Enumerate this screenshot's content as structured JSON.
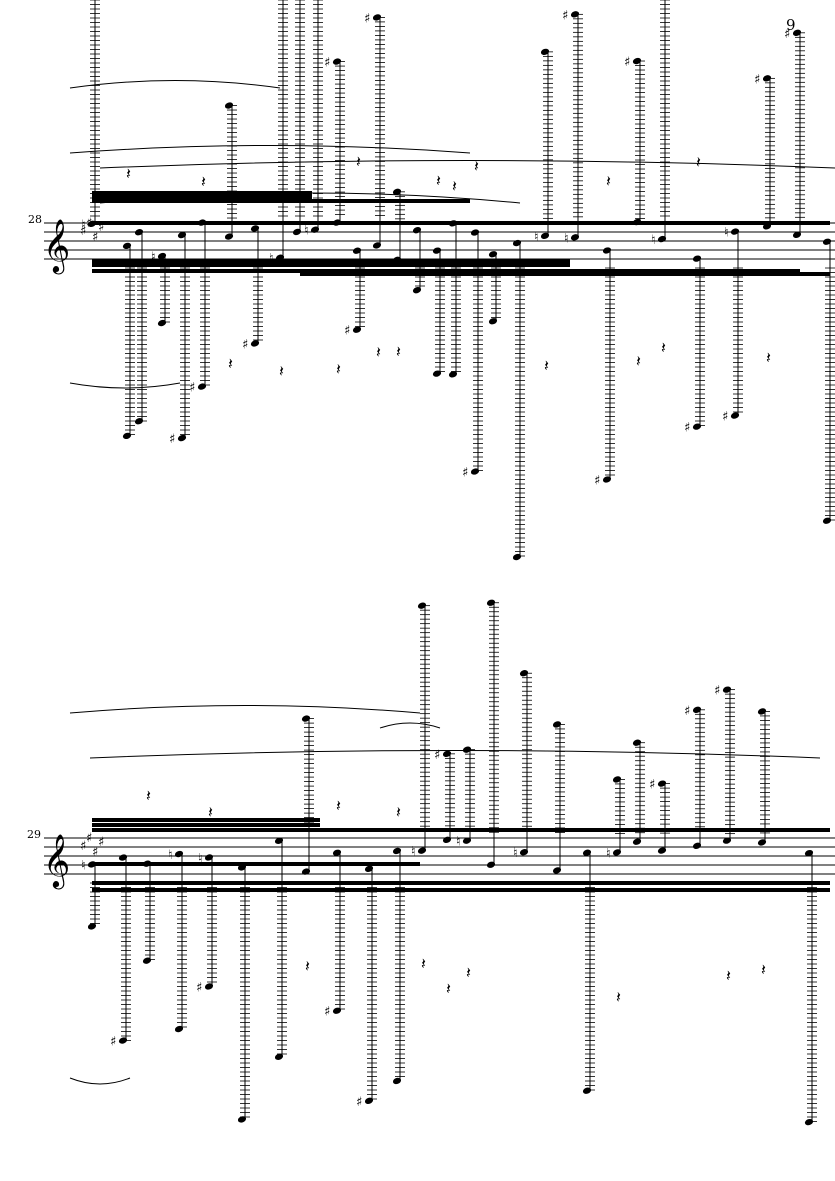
{
  "page": {
    "number": "9"
  },
  "systems": [
    {
      "measure_number": "28"
    },
    {
      "measure_number": "29"
    }
  ],
  "glyphs": {
    "clef": "𝄞",
    "sharp": "♯",
    "natural": "♮",
    "rest": "𝄽"
  },
  "colors": {
    "ink": "#000000",
    "paper": "#ffffff"
  }
}
